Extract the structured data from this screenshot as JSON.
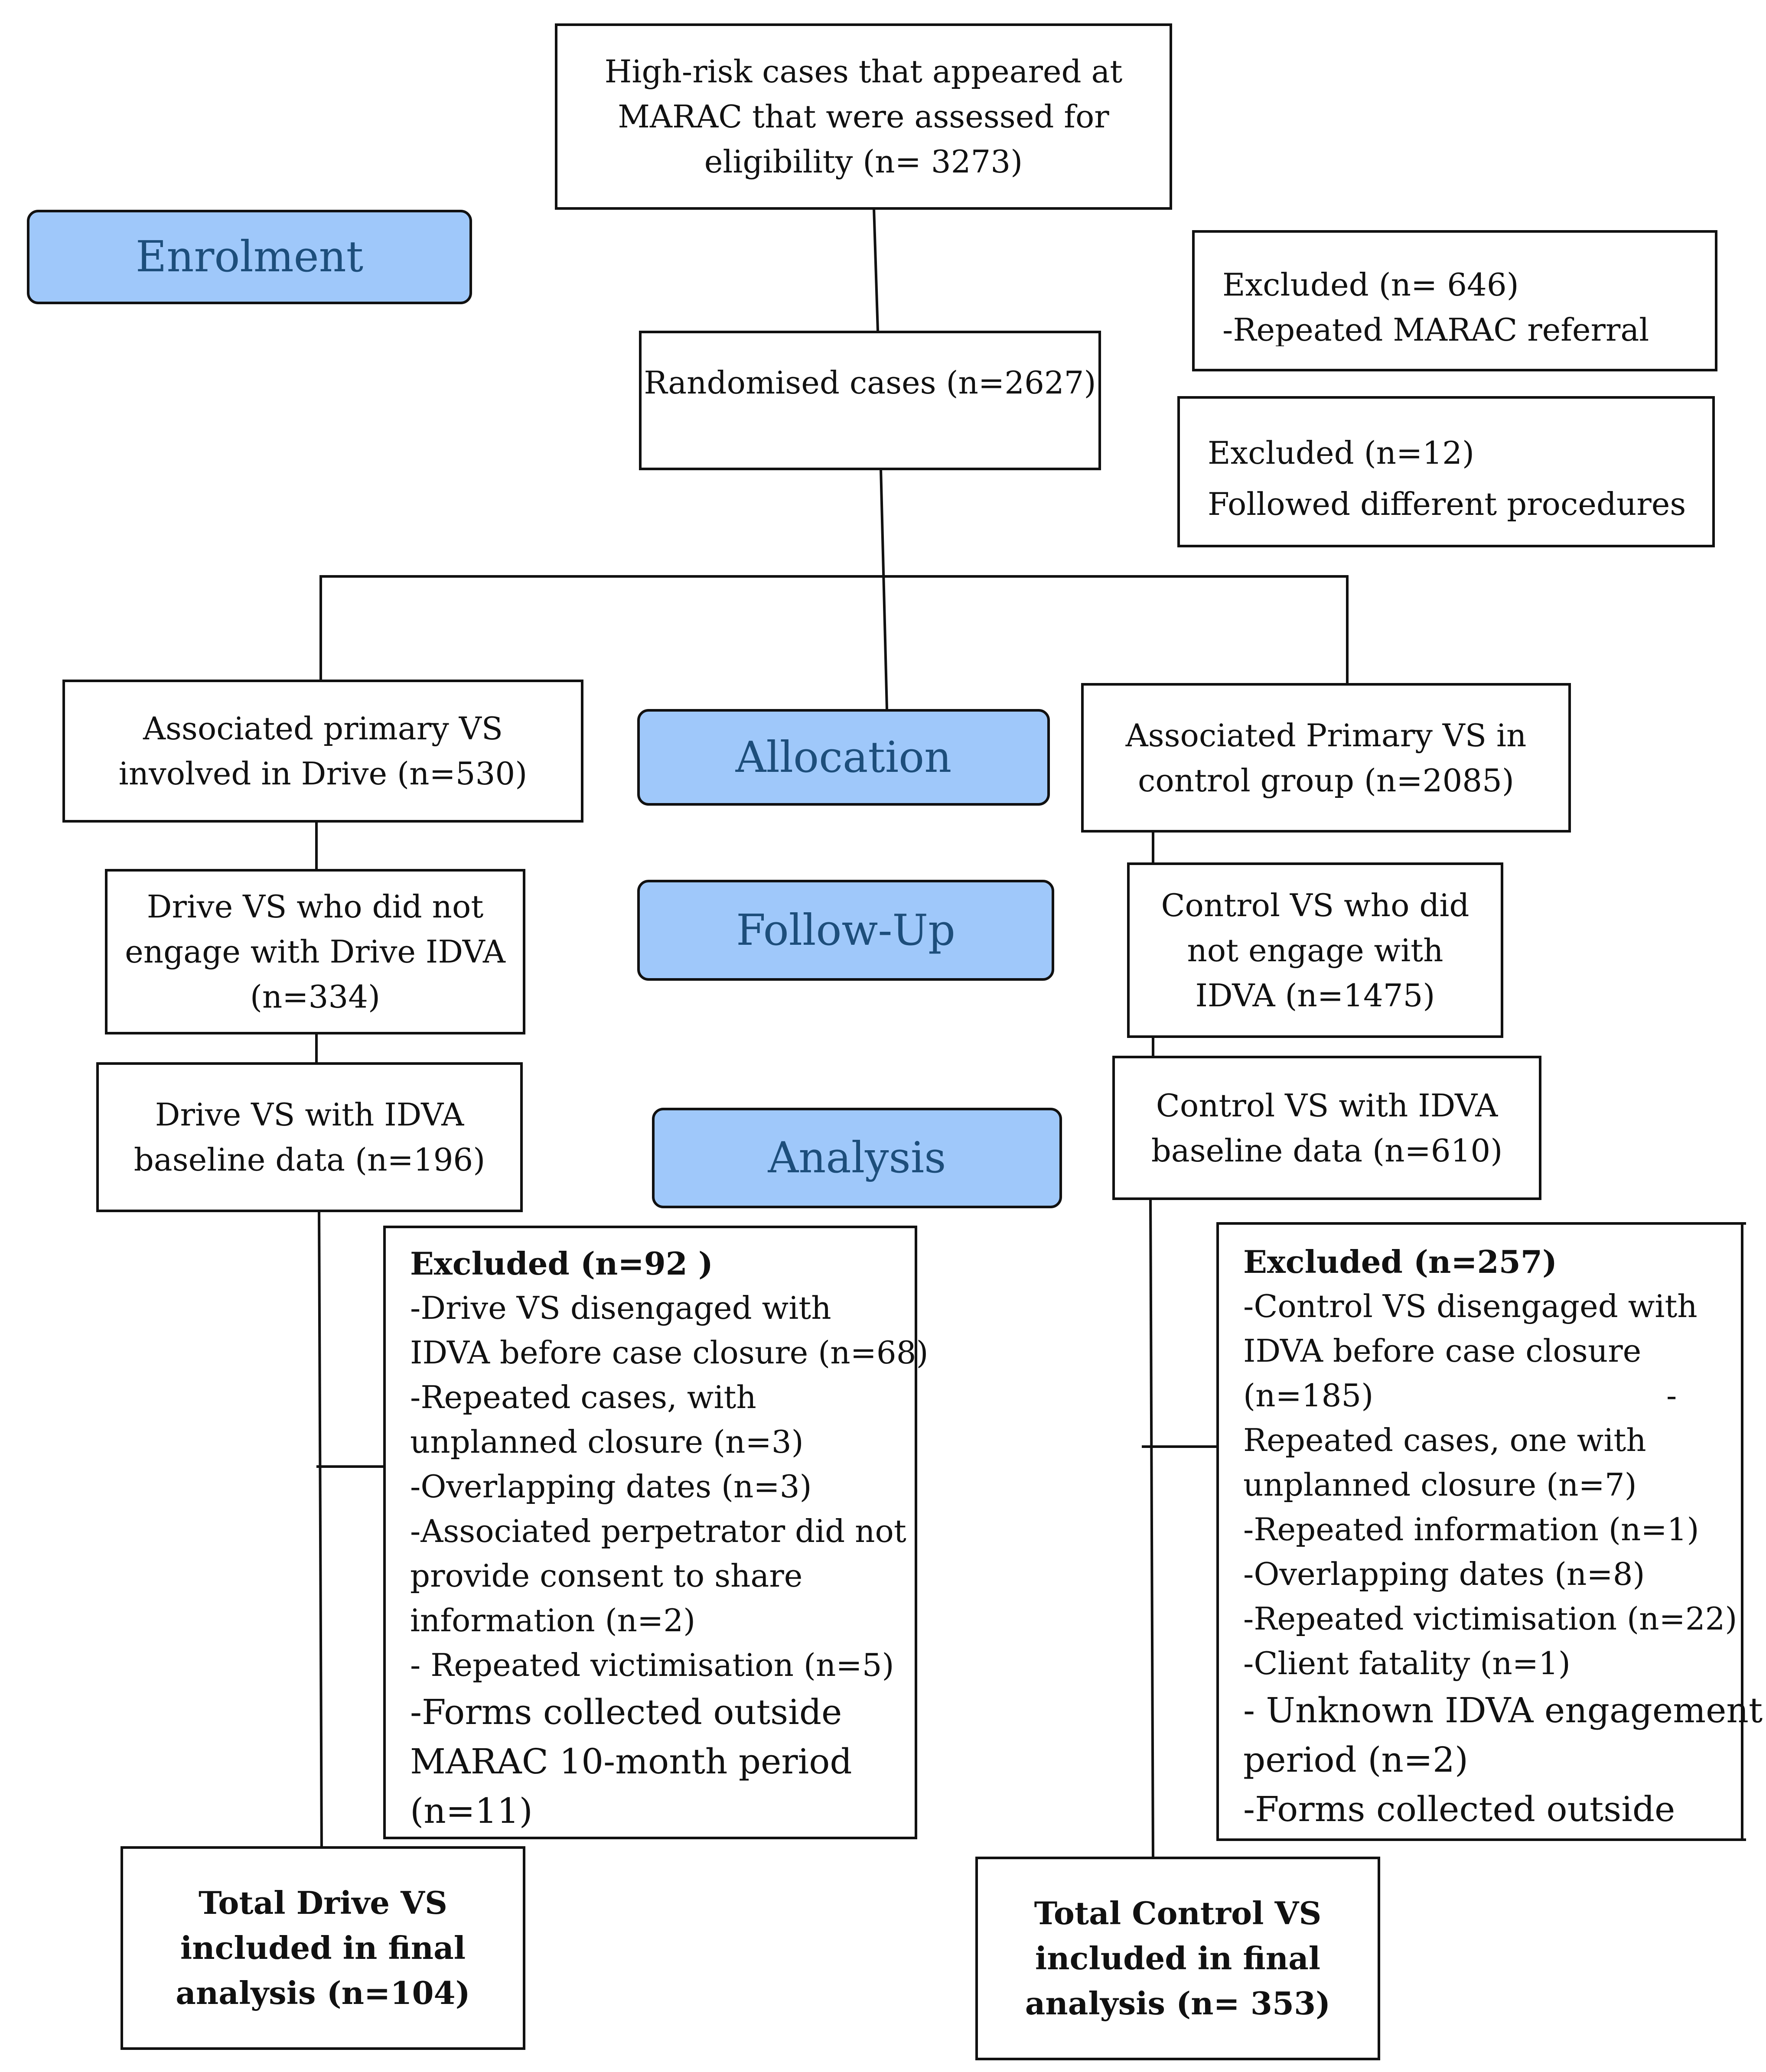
{
  "stages": {
    "enrolment": "Enrolment",
    "allocation": "Allocation",
    "follow_up": "Follow-Up",
    "analysis": "Analysis"
  },
  "assessed": {
    "line1": "High-risk cases that appeared at",
    "line2": "MARAC that were assessed for",
    "line3": "eligibility (n= 3273)"
  },
  "excluded_repeat": {
    "line1": "Excluded (n= 646)",
    "line2": "-Repeated MARAC referral"
  },
  "randomised": "Randomised cases (n=2627)",
  "excluded_procedures": {
    "line1": "Excluded (n=12)",
    "line2": "Followed different procedures"
  },
  "drive_primary": {
    "line1": "Associated primary VS",
    "line2": "involved in Drive (n=530)"
  },
  "control_primary": {
    "line1": "Associated Primary VS in",
    "line2": "control group (n=2085)"
  },
  "drive_not_engaged": {
    "line1": "Drive VS who did not",
    "line2": "engage with Drive IDVA",
    "line3": "(n=334)"
  },
  "control_not_engaged": {
    "line1": "Control VS who did",
    "line2": "not engage with",
    "line3": "IDVA (n=1475)"
  },
  "drive_baseline": {
    "line1": "Drive VS with IDVA",
    "line2": "baseline data (n=196)"
  },
  "control_baseline": {
    "line1": "Control VS with IDVA",
    "line2": "baseline data (n=610)"
  },
  "drive_excluded": {
    "title": "Excluded (n=92 )",
    "lines": [
      "-Drive VS disengaged with",
      "IDVA before case closure (n=68)",
      "-Repeated cases, with",
      "unplanned closure (n=3)",
      "-Overlapping dates (n=3)",
      "-Associated perpetrator did not",
      "provide consent to share",
      "information (n=2)",
      "- Repeated victimisation (n=5)",
      "-Forms collected outside",
      "MARAC 10-month period",
      "(n=11)"
    ]
  },
  "control_excluded": {
    "title": "Excluded (n=257)",
    "lines": [
      "-Control VS disengaged with",
      "IDVA before case closure",
      "(n=185)",
      "Repeated cases, one with",
      "unplanned closure (n=7)",
      "-Repeated information (n=1)",
      "-Overlapping dates (n=8)",
      "-Repeated victimisation (n=22)",
      "-Client fatality (n=1)",
      "- Unknown IDVA engagement",
      "period (n=2)",
      "-Forms collected outside"
    ],
    "trailing_dash": "-"
  },
  "drive_total": {
    "line1": "Total Drive VS",
    "line2": "included in final",
    "line3": "analysis (n=104)"
  },
  "control_total": {
    "line1": "Total Control VS",
    "line2": "included in final",
    "line3": "analysis (n= 353)"
  }
}
